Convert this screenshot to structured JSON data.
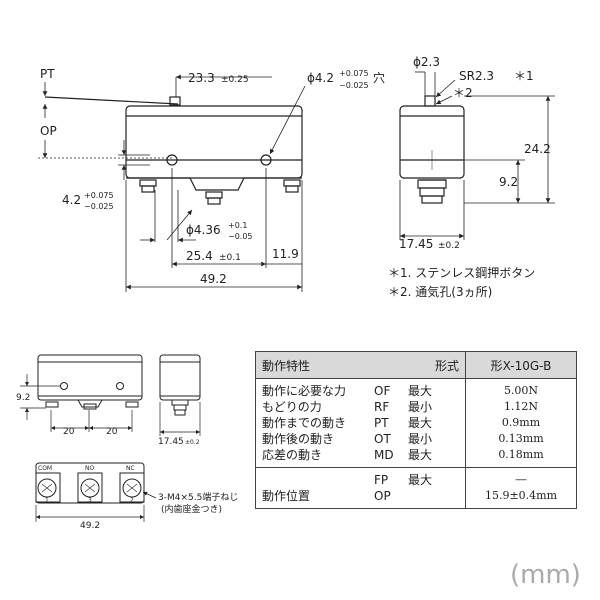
{
  "front": {
    "pt": "PT",
    "op": "OP",
    "dim_23_3": "23.3",
    "dim_23_3_tol": "±0.25",
    "dim_phi42": "ϕ4.2",
    "dim_phi42_tol_up": "+0.075",
    "dim_phi42_tol_dn": "−0.025",
    "dim_phi42_suffix": "穴",
    "dim_42": "4.2",
    "dim_42_tol_up": "+0.075",
    "dim_42_tol_dn": "−0.025",
    "dim_phi436": "ϕ4.36",
    "dim_phi436_tol_up": "+0.1",
    "dim_phi436_tol_dn": "−0.05",
    "dim_25_4": "25.4",
    "dim_25_4_tol": "±0.1",
    "dim_11_9": "11.9",
    "dim_49_2": "49.2"
  },
  "side": {
    "dim_phi23": "ϕ2.3",
    "dim_sr23": "SR2.3",
    "note1_mark": "＊1",
    "note2_mark": "＊2",
    "dim_24_2": "24.2",
    "dim_9_2": "9.2",
    "dim_17_45": "17.45",
    "dim_17_45_tol": "±0.2"
  },
  "notes": [
    "＊1. ステンレス鋼押ボタン",
    "＊2. 通気孔(3ヵ所)"
  ],
  "small_front": {
    "dim_9_2": "9.2",
    "dim_20a": "20",
    "dim_20b": "20"
  },
  "small_side": {
    "dim_17_45": "17.45",
    "dim_17_45_tol": "±0.2"
  },
  "bottom": {
    "term_com": "COM",
    "term_no": "NO",
    "term_nc": "NC",
    "num_1": "1",
    "num_3": "3",
    "num_2": "2",
    "screw_label": "3-M4×5.5端子ねじ",
    "screw_sub": "(内歯座金つき)",
    "dim_49_2": "49.2"
  },
  "table": {
    "header_left": "動作特性",
    "header_mid": "形式",
    "header_right": "形X-10G-B",
    "rows": [
      {
        "name": "動作に必要な力",
        "code": "OF",
        "lim": "最大",
        "value": "5.00N"
      },
      {
        "name": "もどりの力",
        "code": "RF",
        "lim": "最小",
        "value": "1.12N"
      },
      {
        "name": "動作までの動き",
        "code": "PT",
        "lim": "最大",
        "value": "0.9mm"
      },
      {
        "name": "動作後の動き",
        "code": "OT",
        "lim": "最小",
        "value": "0.13mm"
      },
      {
        "name": "応差の動き",
        "code": "MD",
        "lim": "最大",
        "value": "0.18mm"
      }
    ],
    "pos_name": "動作位置",
    "pos_fp_code": "FP",
    "pos_fp_lim": "最大",
    "pos_fp_value": "―",
    "pos_op_code": "OP",
    "pos_op_value": "15.9±0.4mm"
  },
  "unit_label": "(mm)"
}
